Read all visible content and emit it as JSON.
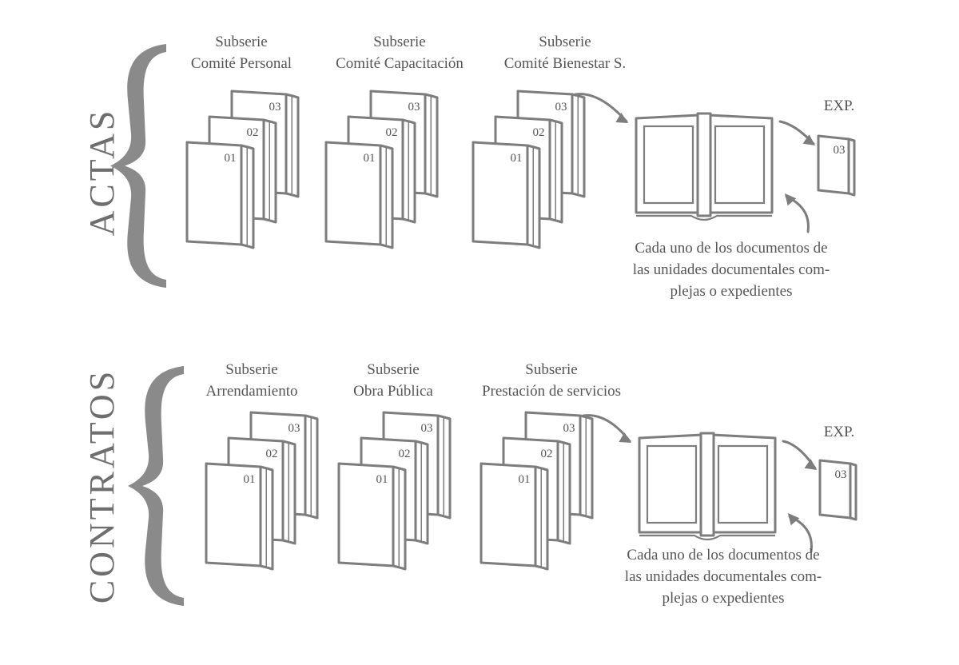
{
  "sections": [
    {
      "series": "ACTAS",
      "subseries": [
        {
          "prefix": "Subserie",
          "name": "Comité Personal",
          "folders": [
            "01",
            "02",
            "03"
          ]
        },
        {
          "prefix": "Subserie",
          "name": "Comité Capacitación",
          "folders": [
            "01",
            "02",
            "03"
          ]
        },
        {
          "prefix": "Subserie",
          "name": "Comité Bienestar S.",
          "folders": [
            "01",
            "02",
            "03"
          ]
        }
      ],
      "exp_label": "EXP.",
      "exp_number": "03",
      "note_lines": [
        "Cada uno de los documentos de",
        "las unidades documentales com-",
        "plejas o expedientes"
      ]
    },
    {
      "series": "CONTRATOS",
      "subseries": [
        {
          "prefix": "Subserie",
          "name": "Arrendamiento",
          "folders": [
            "01",
            "02",
            "03"
          ]
        },
        {
          "prefix": "Subserie",
          "name": "Obra Pública",
          "folders": [
            "01",
            "02",
            "03"
          ]
        },
        {
          "prefix": "Subserie",
          "name": "Prestación de servicios",
          "folders": [
            "01",
            "02",
            "03"
          ]
        }
      ],
      "exp_label": "EXP.",
      "exp_number": "03",
      "note_lines": [
        "Cada uno de los documentos de",
        "las unidades documentales com-",
        "plejas o expedientes"
      ]
    }
  ]
}
